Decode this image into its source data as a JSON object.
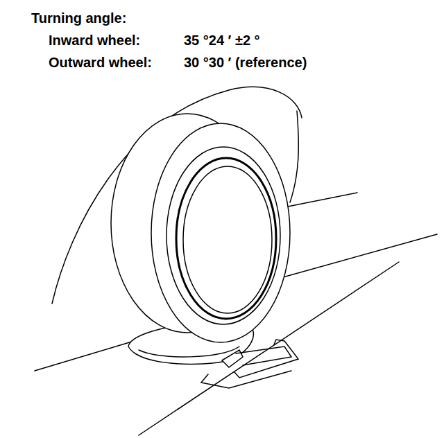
{
  "diagram": {
    "title": "Turning angle:",
    "labels": [
      "Inward wheel:",
      "35 °24 ′ ±2 °",
      "Outward wheel:",
      "30 °30 ′ (reference)"
    ]
  }
}
